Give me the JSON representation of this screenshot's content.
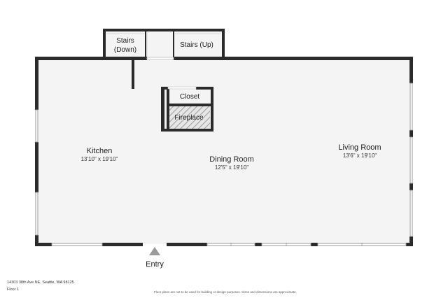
{
  "rooms": {
    "kitchen": {
      "name": "Kitchen",
      "dims": "13'10\" x 19'10\""
    },
    "dining": {
      "name": "Dining Room",
      "dims": "12'5\" x 19'10\""
    },
    "living": {
      "name": "Living Room",
      "dims": "13'6\" x 19'10\""
    },
    "closet": {
      "name": "Closet"
    },
    "fireplace": {
      "name": "Fireplace"
    },
    "stairs_down": {
      "line1": "Stairs",
      "line2": "(Down)"
    },
    "stairs_up": {
      "name": "Stairs (Up)"
    }
  },
  "entry": {
    "label": "Entry"
  },
  "footer": {
    "address": "14303 38th Ave NE, Seattle, WA 98125",
    "floor": "Floor 1",
    "disclaimer": "Floor plans are not to be used for building or design purposes. Sizes and dimensions are approximate."
  },
  "colors": {
    "wall": "#2b2b2b",
    "floor": "#f4f4f4",
    "window": "#bdbdbd"
  }
}
